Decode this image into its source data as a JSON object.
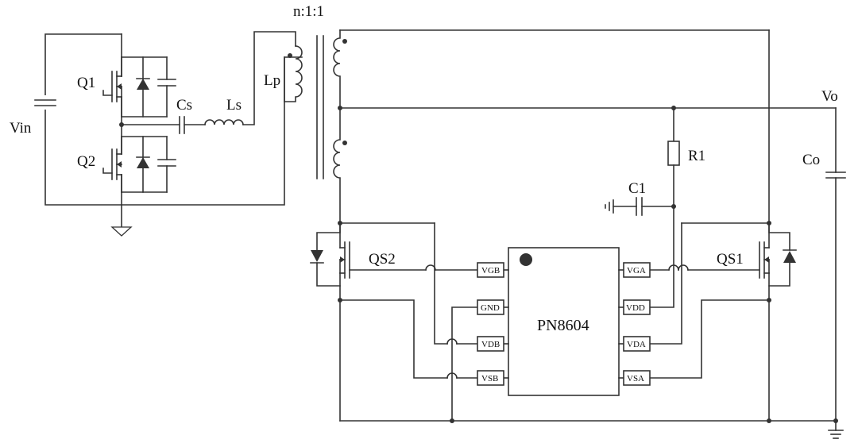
{
  "labels": {
    "vin": "Vin",
    "q1": "Q1",
    "q2": "Q2",
    "cs": "Cs",
    "ls": "Ls",
    "lp": "Lp",
    "ratio": "n:1:1",
    "vo": "Vo",
    "co": "Co",
    "r1": "R1",
    "c1": "C1",
    "qs2": "QS2",
    "qs1": "QS1"
  },
  "ic": {
    "name": "PN8604",
    "pins_left": [
      "VGB",
      "GND",
      "VDB",
      "VSB"
    ],
    "pins_right": [
      "VGA",
      "VDD",
      "VDA",
      "VSA"
    ]
  },
  "colors": {
    "wire": "#333333",
    "background": "#ffffff"
  }
}
